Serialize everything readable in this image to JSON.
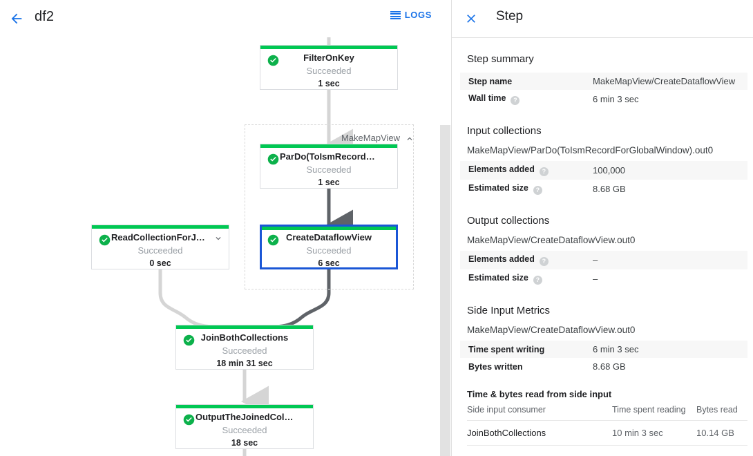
{
  "topbar": {
    "back_icon": "arrow-left-icon",
    "job_name": "df2",
    "logs_icon": "logs-lines-icon",
    "logs_label": "LOGS"
  },
  "graph": {
    "group": {
      "label": "MakeMapView",
      "chevron": "chevron-up-icon"
    },
    "nodes": [
      {
        "id": "filteronkey",
        "name": "FilterOnKey",
        "status": "Succeeded",
        "duration": "1 sec",
        "status_icon": "check-circle-icon",
        "selected": false,
        "has_chevron": false
      },
      {
        "id": "pardo-toismrecord",
        "name": "ParDo(ToIsmRecordFor…",
        "status": "Succeeded",
        "duration": "1 sec",
        "status_icon": "check-circle-icon",
        "selected": false,
        "has_chevron": false
      },
      {
        "id": "createdataflowview",
        "name": "CreateDataflowView",
        "status": "Succeeded",
        "duration": "6 sec",
        "status_icon": "check-circle-icon",
        "selected": true,
        "has_chevron": false
      },
      {
        "id": "readcollectionforjoin",
        "name": "ReadCollectionForJoin",
        "status": "Succeeded",
        "duration": "0 sec",
        "status_icon": "check-circle-icon",
        "selected": false,
        "has_chevron": true,
        "chevron": "chevron-down-icon"
      },
      {
        "id": "joinbothcollections",
        "name": "JoinBothCollections",
        "status": "Succeeded",
        "duration": "18 min 31 sec",
        "status_icon": "check-circle-icon",
        "selected": false,
        "has_chevron": false
      },
      {
        "id": "outputthejoinedcollection",
        "name": "OutputTheJoinedCollec…",
        "status": "Succeeded",
        "duration": "18 sec",
        "status_icon": "check-circle-icon",
        "selected": false,
        "has_chevron": false
      }
    ]
  },
  "panel": {
    "close_icon": "close-icon",
    "title": "Step",
    "step_summary": {
      "heading": "Step summary",
      "rows": [
        {
          "key": "Step name",
          "value": "MakeMapView/CreateDataflowView",
          "help": false
        },
        {
          "key": "Wall time",
          "value": "6 min 3 sec",
          "help": true
        }
      ]
    },
    "input_collections": {
      "heading": "Input collections",
      "collection": "MakeMapView/ParDo(ToIsmRecordForGlobalWindow).out0",
      "rows": [
        {
          "key": "Elements added",
          "value": "100,000",
          "help": true
        },
        {
          "key": "Estimated size",
          "value": "8.68 GB",
          "help": true
        }
      ]
    },
    "output_collections": {
      "heading": "Output collections",
      "collection": "MakeMapView/CreateDataflowView.out0",
      "rows": [
        {
          "key": "Elements added",
          "value": "–",
          "help": true
        },
        {
          "key": "Estimated size",
          "value": "–",
          "help": true
        }
      ]
    },
    "side_input_metrics": {
      "heading": "Side Input Metrics",
      "collection": "MakeMapView/CreateDataflowView.out0",
      "rows": [
        {
          "key": "Time spent writing",
          "value": "6 min 3 sec",
          "help": false
        },
        {
          "key": "Bytes written",
          "value": "8.68 GB",
          "help": false
        }
      ]
    },
    "side_input_table": {
      "heading": "Time & bytes read from side input",
      "columns": [
        "Side input consumer",
        "Time spent reading",
        "Bytes read"
      ],
      "rows": [
        [
          "JoinBothCollections",
          "10 min 3 sec",
          "10.14 GB"
        ]
      ]
    }
  },
  "colors": {
    "accent_blue": "#1a73e8",
    "selection_blue": "#1a56d6",
    "success_green": "#00c853",
    "muted_text": "#9aa0a6",
    "edge_default": "#d5d5d5",
    "edge_highlight": "#5f6368"
  }
}
